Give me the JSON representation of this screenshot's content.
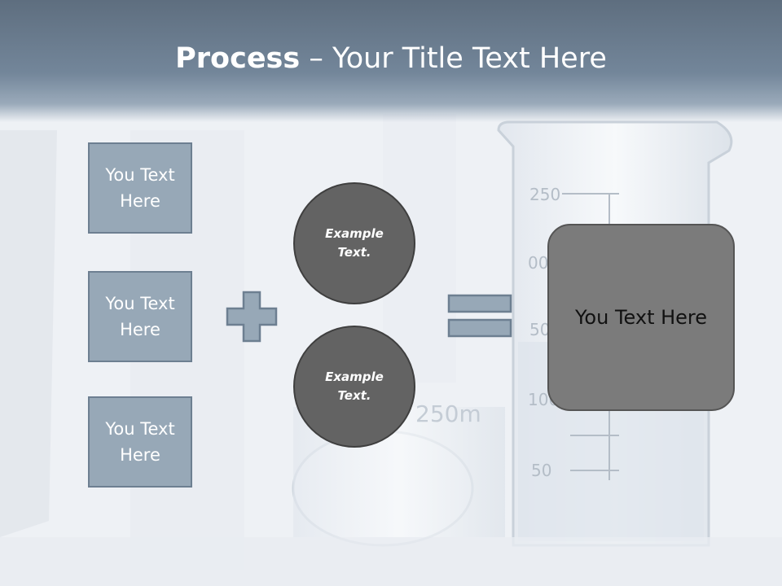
{
  "slide": {
    "title_bold": "Process",
    "title_rest": " – Your Title Text Here",
    "boxes": [
      "You Text Here",
      "You Text Here",
      "You Text Here"
    ],
    "circles": [
      "Example Text.",
      "Example Text."
    ],
    "result": "You Text Here"
  },
  "colors": {
    "header": "#6f8295",
    "box_fill": "#97a8b7",
    "circle_fill": "#636363",
    "result_fill": "#7b7b7b"
  }
}
